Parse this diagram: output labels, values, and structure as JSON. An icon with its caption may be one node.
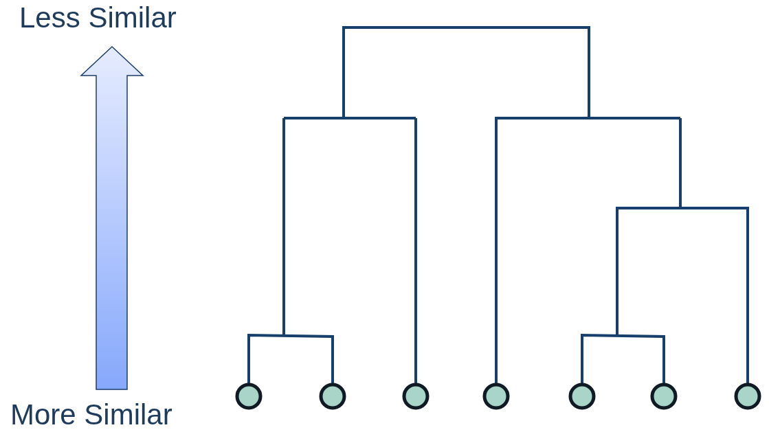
{
  "diagram": {
    "nodes": [
      {
        "text": [],
        "shape": "circle"
      },
      {
        "text": [],
        "shape": "circle"
      },
      {
        "text": [],
        "shape": "circle"
      },
      {
        "text": [],
        "shape": "circle"
      },
      {
        "text": [],
        "shape": "circle"
      },
      {
        "text": [],
        "shape": "circle"
      },
      {
        "text": [],
        "shape": "circle"
      }
    ],
    "labels": [
      "Less Similar",
      "More Similar"
    ]
  }
}
